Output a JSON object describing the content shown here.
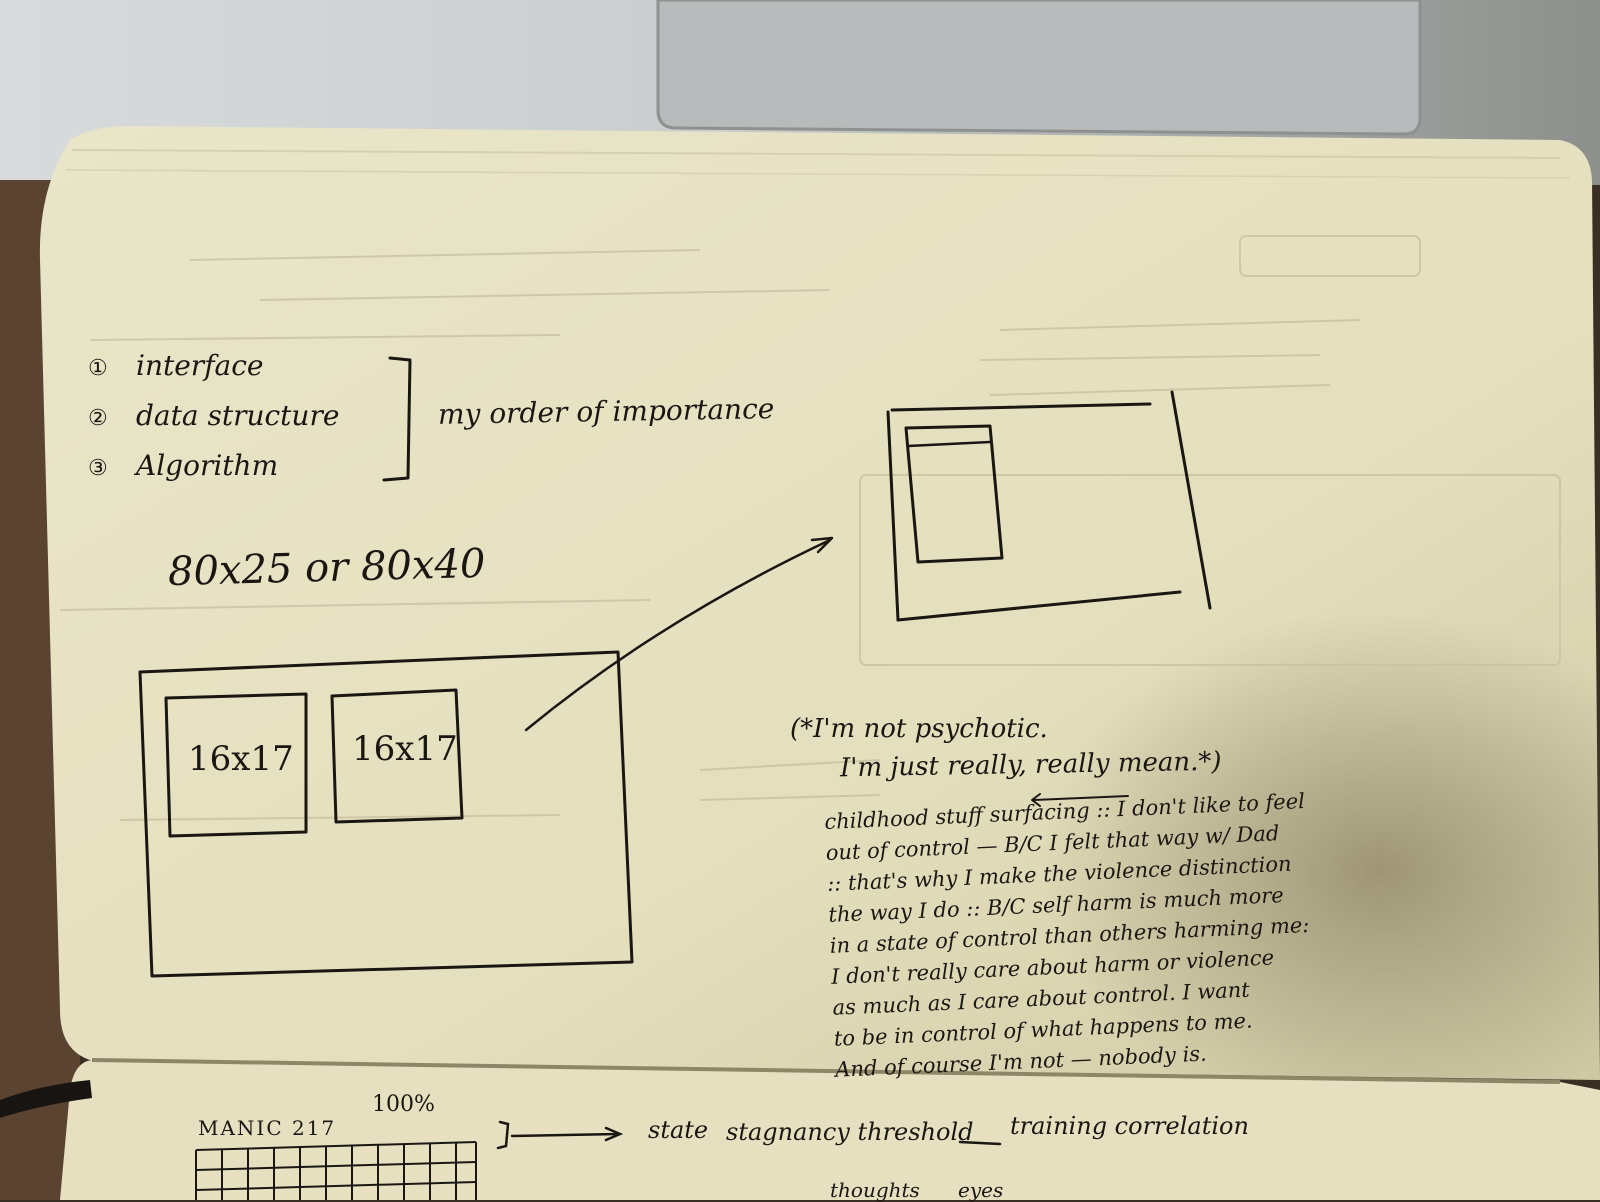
{
  "scene": {
    "description": ""
  },
  "page1": {
    "priority_list": [
      {
        "marker": "①",
        "text": "interface"
      },
      {
        "marker": "②",
        "text": "data structure"
      },
      {
        "marker": "③",
        "text": "Algorithm"
      }
    ],
    "bracket_label": "my order of importance",
    "dimensions": "80x25 or 80x40",
    "panel_labels": [
      "16x17",
      "16x17"
    ],
    "aside_line1": "(*I'm not psychotic.",
    "aside_line2": "I'm just really, really mean.*)",
    "notes": [
      "childhood stuff surfacing :: I don't like to feel",
      "out of control — B/C I felt that way w/ Dad",
      ":: that's why I make the violence distinction",
      "the way I do :: B/C self harm is much more",
      "in a state of control than others harming me:",
      "I don't really care about harm or violence",
      "as much as I care about control. I want",
      "to be in control of what happens to me.",
      "And of course I'm not — nobody is."
    ]
  },
  "page2": {
    "grid_title": "MANIC 217",
    "grid_percent": "100%",
    "flow": [
      "state",
      "stagnancy threshold",
      "training correlation"
    ],
    "bottom_words": [
      "thoughts",
      "eyes"
    ]
  },
  "colors": {
    "ink": "#1a1612",
    "paper": "#ede8c8",
    "laptop": "#cfd3d4",
    "desk": "#3a2f24"
  }
}
